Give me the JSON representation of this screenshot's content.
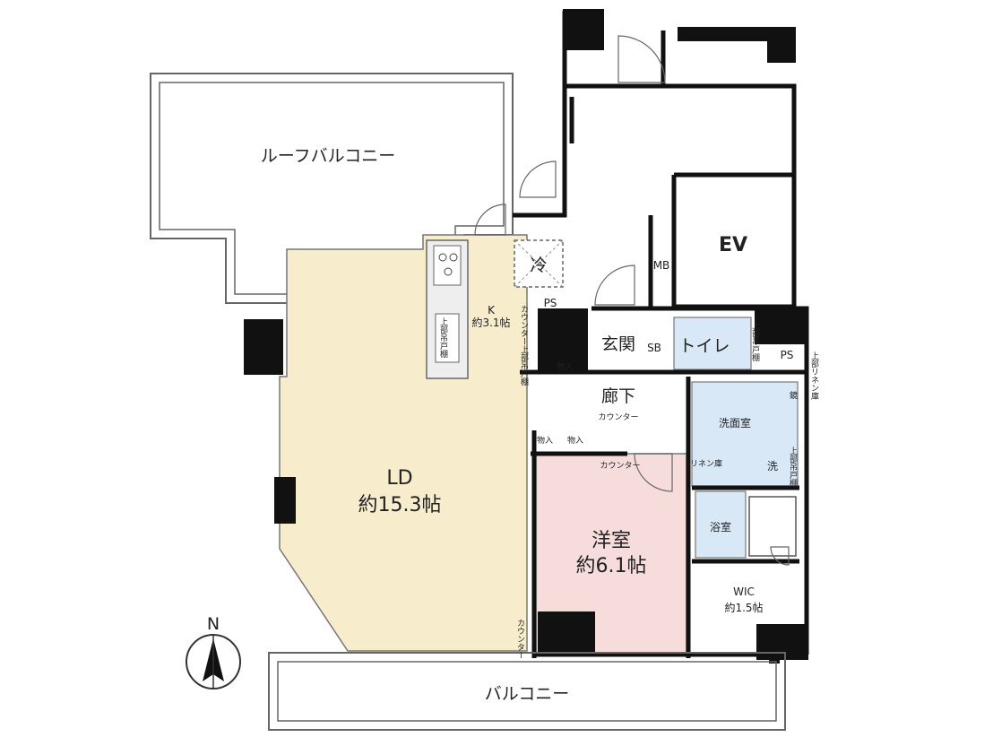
{
  "rooms": {
    "roof_balcony": "ルーフバルコニー",
    "balcony": "バルコニー",
    "ld_name": "LD",
    "ld_size": "約15.3帖",
    "kitchen_name": "K",
    "kitchen_size": "約3.1帖",
    "western_name": "洋室",
    "western_size": "約6.1帖",
    "wic_name": "WIC",
    "wic_size": "約1.5帖",
    "entrance": "玄関",
    "hallway": "廊下",
    "toilet": "トイレ",
    "washroom": "洗面室",
    "bathroom": "浴室",
    "elevator": "EV",
    "mb": "MB",
    "sb": "SB"
  },
  "labels": {
    "fridge": "冷",
    "washer": "洗",
    "ps_1": "PS",
    "ps_2": "PS",
    "storage_1": "物入",
    "storage_2": "物入",
    "storage_3": "物入",
    "counter_1": "カウンター",
    "counter_2": "カウンター",
    "counter_kitchen": "カウンター上部吊戸棚",
    "counter_ld": "カウンター",
    "upper_cabinet_k": "上部吊戸棚",
    "upper_cabinet_toilet": "上部吊戸棚",
    "upper_cabinet_wash": "上部吊戸棚",
    "linen": "リネン庫",
    "upper_linen": "上部リネン庫",
    "mirror": "鏡",
    "compass": "N"
  },
  "colors": {
    "ld_floor": "#f7eccc",
    "western_floor": "#f7dcdc",
    "wet_floor": "#d8e8f6",
    "wall": "#111111",
    "line": "#444444"
  }
}
